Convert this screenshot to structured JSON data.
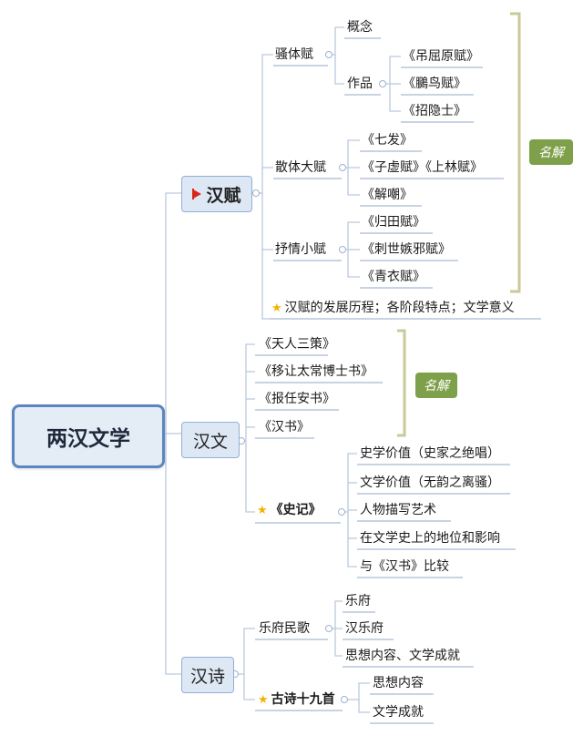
{
  "root": "两汉文学",
  "branches": {
    "hanfu": {
      "label": "汉赋",
      "saoti": {
        "label": "骚体赋",
        "gainian": "概念",
        "zuopin": "作品",
        "works": [
          "《吊屈原赋》",
          "《鵩鸟赋》",
          "《招隐士》"
        ]
      },
      "santi": {
        "label": "散体大赋",
        "works": [
          "《七发》",
          "《子虚赋》《上林赋》",
          "《解嘲》"
        ]
      },
      "shuqing": {
        "label": "抒情小赋",
        "works": [
          "《归田赋》",
          "《刺世嫉邪赋》",
          "《青衣赋》"
        ]
      },
      "note": "汉赋的发展历程；各阶段特点；文学意义",
      "tag": "名解"
    },
    "hanwen": {
      "label": "汉文",
      "works": [
        "《天人三策》",
        "《移让太常博士书》",
        "《报任安书》",
        "《汉书》"
      ],
      "tag": "名解",
      "shiji": {
        "label": "《史记》",
        "items": [
          "史学价值（史家之绝唱）",
          "文学价值（无韵之离骚）",
          "人物描写艺术",
          "在文学史上的地位和影响",
          "与《汉书》比较"
        ]
      }
    },
    "hanshi": {
      "label": "汉诗",
      "yuefu": {
        "label": "乐府民歌",
        "items": [
          "乐府",
          "汉乐府",
          "思想内容、文学成就"
        ]
      },
      "gushi": {
        "label": "古诗十九首",
        "items": [
          "思想内容",
          "文学成就"
        ]
      }
    }
  }
}
